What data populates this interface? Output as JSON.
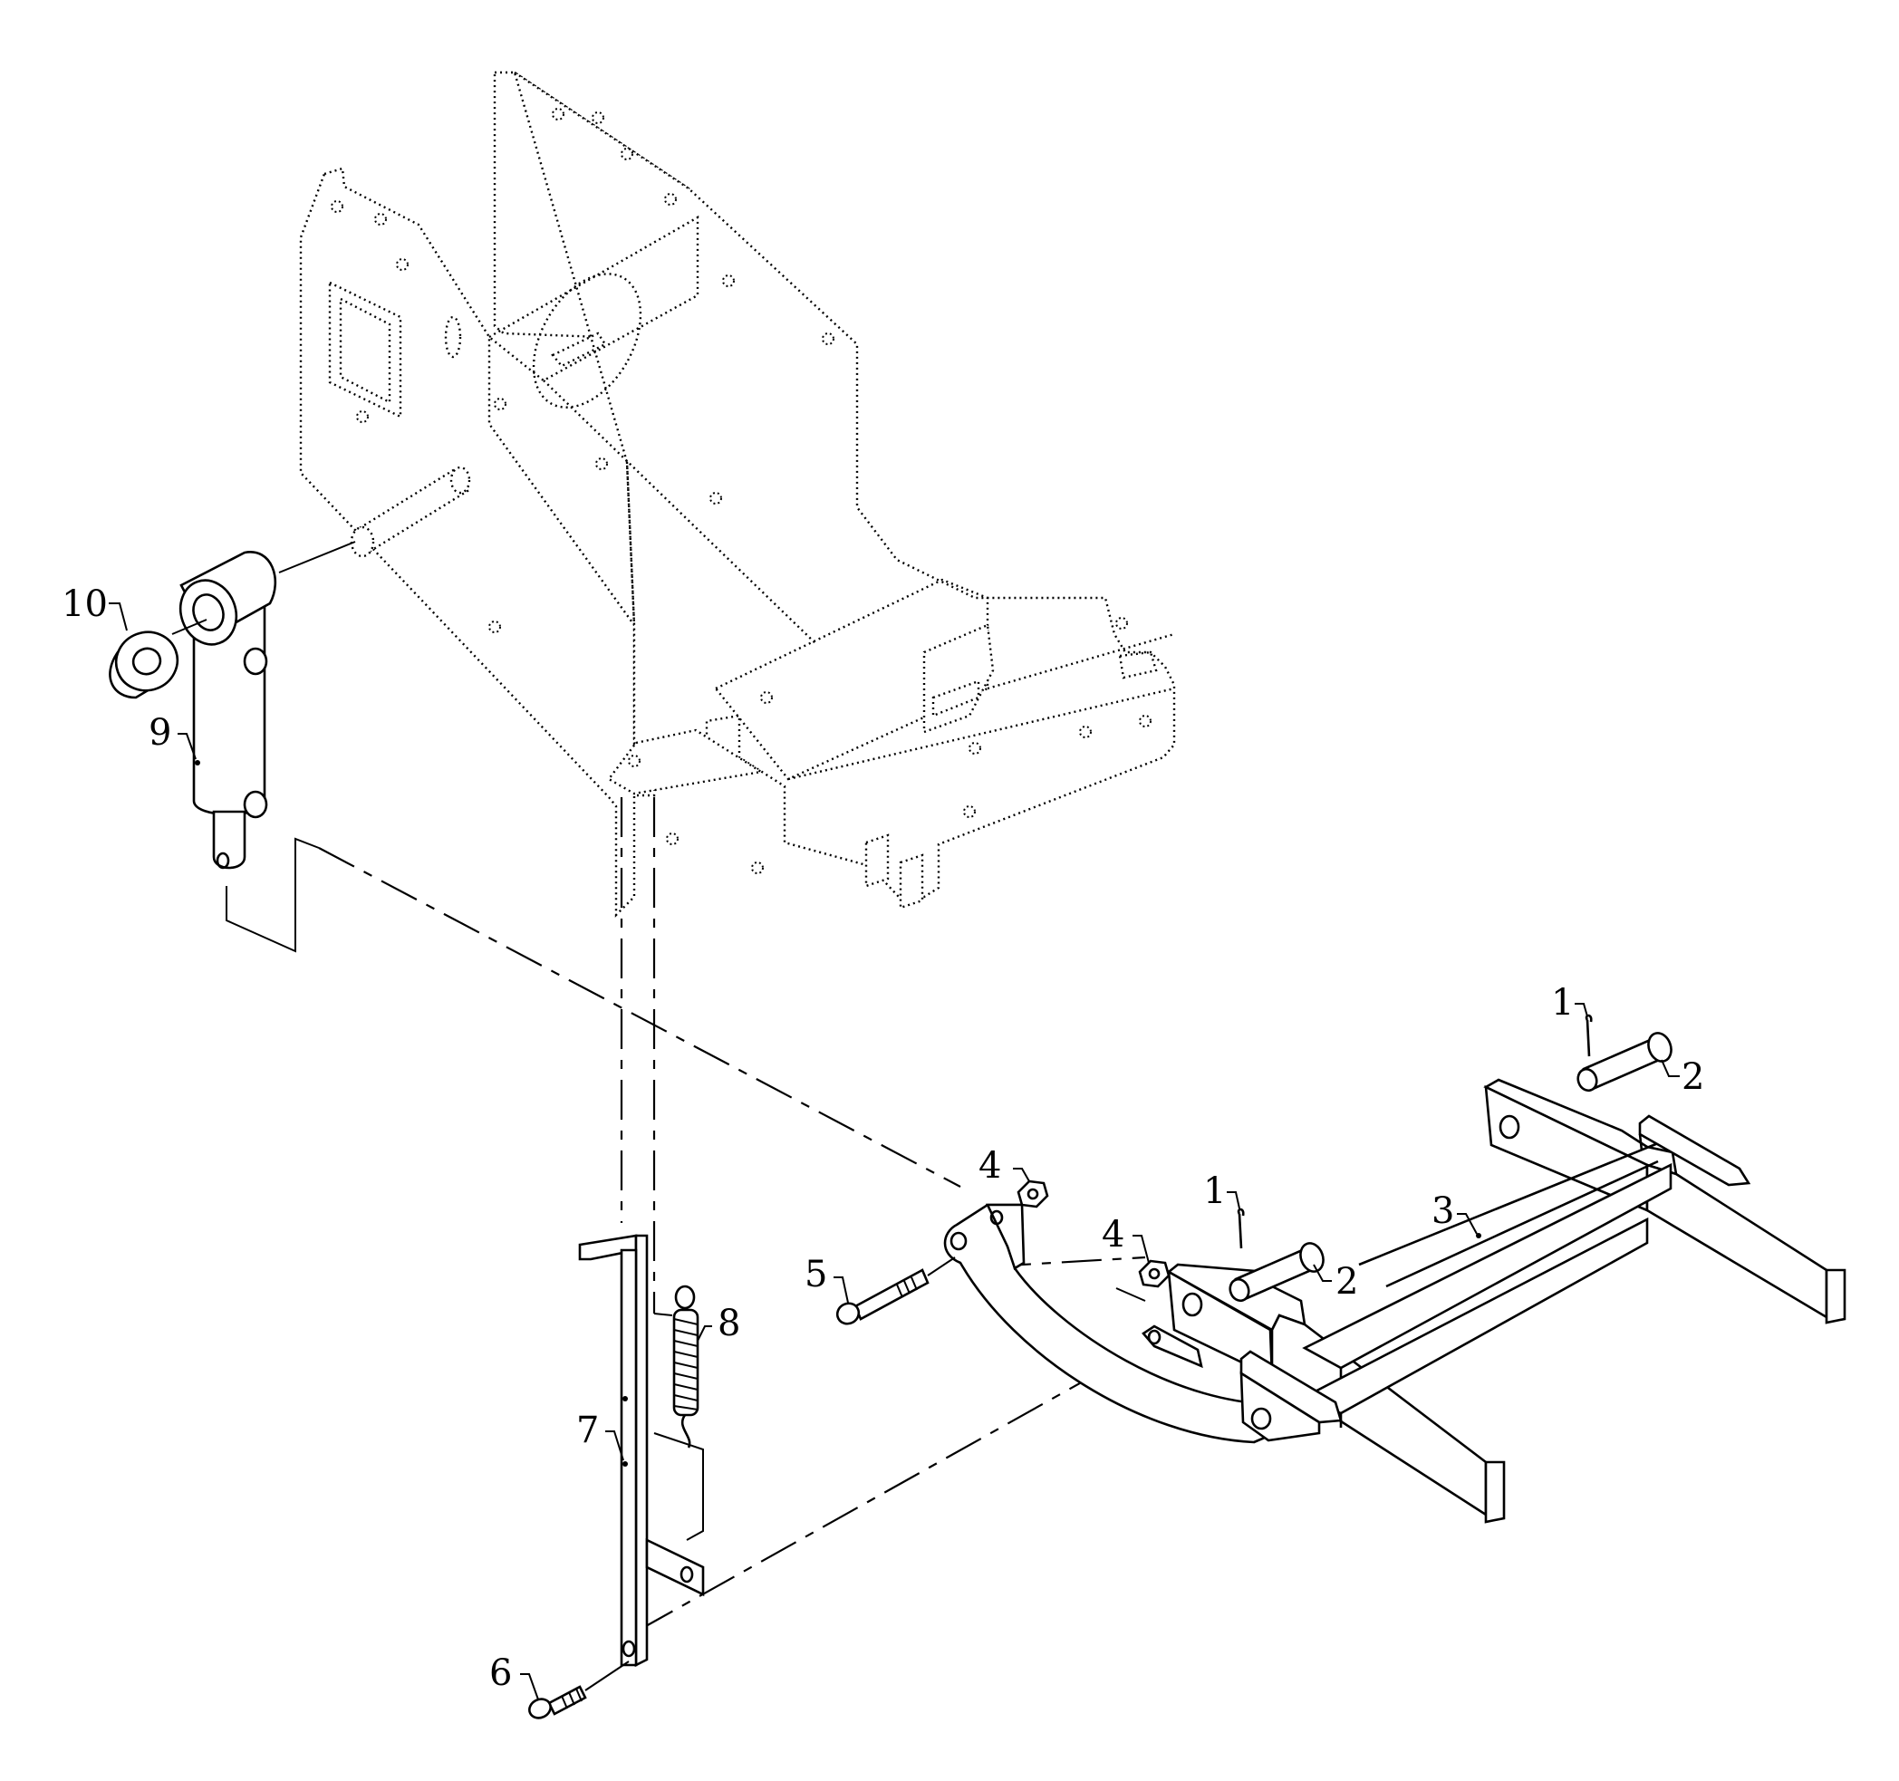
{
  "callouts": [
    {
      "id": "1",
      "text": "1"
    },
    {
      "id": "2",
      "text": "2"
    },
    {
      "id": "1b",
      "text": "1"
    },
    {
      "id": "2b",
      "text": "2"
    },
    {
      "id": "3",
      "text": "3"
    },
    {
      "id": "4",
      "text": "4"
    },
    {
      "id": "4b",
      "text": "4"
    },
    {
      "id": "5",
      "text": "5"
    },
    {
      "id": "6",
      "text": "6"
    },
    {
      "id": "7",
      "text": "7"
    },
    {
      "id": "8",
      "text": "8"
    },
    {
      "id": "9",
      "text": "9"
    },
    {
      "id": "10",
      "text": "10"
    }
  ]
}
